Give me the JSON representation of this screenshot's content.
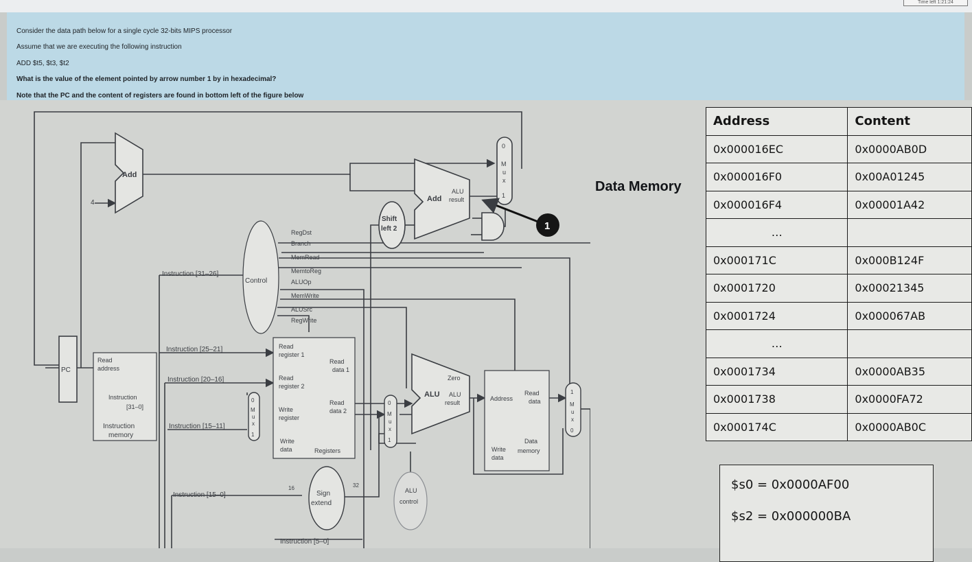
{
  "timer": "Time left 1:21:24",
  "question": {
    "line1": "Consider the data path below for a single cycle 32-bits MIPS processor",
    "line2": "Assume that we are executing the following instruction",
    "line3": "ADD $t5, $t3, $t2",
    "line4": "What is the value of the element pointed by arrow number 1 by in hexadecimal?",
    "line5": "Note that the PC and the content of registers are found in bottom left of the figure below"
  },
  "diagram": {
    "add": "Add",
    "four": "4",
    "pc": "PC",
    "read_address": [
      "Read",
      "address"
    ],
    "instruction_31_0": [
      "Instruction",
      "[31–0]"
    ],
    "instruction_memory": [
      "Instruction",
      "memory"
    ],
    "instr_31_26": "Instruction [31–26]",
    "instr_25_21": "Instruction [25–21]",
    "instr_20_16": "Instruction [20–16]",
    "instr_15_11": "Instruction [15–11]",
    "instr_15_0": "Instruction [15–0]",
    "instr_5_0": "Instruction [5–0]",
    "control": "Control",
    "control_signals": [
      "RegDst",
      "Branch",
      "MemRead",
      "MemtoReg",
      "ALUOp",
      "MemWrite",
      "ALUSrc",
      "RegWrite"
    ],
    "shift_left_2": [
      "Shift",
      "left 2"
    ],
    "add_alu_result": [
      "Add",
      "ALU",
      "result"
    ],
    "mux_letters": [
      "M",
      "u",
      "x"
    ],
    "mux0": "0",
    "mux1": "1",
    "arrow_number": "1",
    "read_register_1": [
      "Read",
      "register 1"
    ],
    "read_register_2": [
      "Read",
      "register 2"
    ],
    "write_register": [
      "Write",
      "register"
    ],
    "write_data": [
      "Write",
      "data"
    ],
    "read_data_1": [
      "Read",
      "data 1"
    ],
    "read_data_2": [
      "Read",
      "data 2"
    ],
    "registers": "Registers",
    "sign_extend": [
      "Sign",
      "extend"
    ],
    "bits_16": "16",
    "bits_32": "32",
    "alu": "ALU",
    "alu_result": [
      "ALU",
      "result"
    ],
    "zero": "Zero",
    "alu_control": [
      "ALU",
      "control"
    ],
    "address": "Address",
    "read_data": [
      "Read",
      "data"
    ],
    "data_memory": [
      "Data",
      "memory"
    ]
  },
  "data_memory_label": "Data Memory",
  "memory_table": {
    "headers": [
      "Address",
      "Content"
    ],
    "rows": [
      [
        "0x000016EC",
        "0x0000AB0D"
      ],
      [
        "0x000016F0",
        "0x00A01245"
      ],
      [
        "0x000016F4",
        "0x00001A42"
      ],
      [
        "…",
        ""
      ],
      [
        "0x000171C",
        "0x000B124F"
      ],
      [
        "0x0001720",
        "0x00021345"
      ],
      [
        "0x0001724",
        "0x000067AB"
      ],
      [
        "…",
        ""
      ],
      [
        "0x0001734",
        "0x0000AB35"
      ],
      [
        "0x0001738",
        "0x0000FA72"
      ],
      [
        "0x000174C",
        "0x0000AB0C"
      ]
    ]
  },
  "registers": [
    "$s0 = 0x0000AF00",
    "$s2 = 0x000000BA"
  ]
}
